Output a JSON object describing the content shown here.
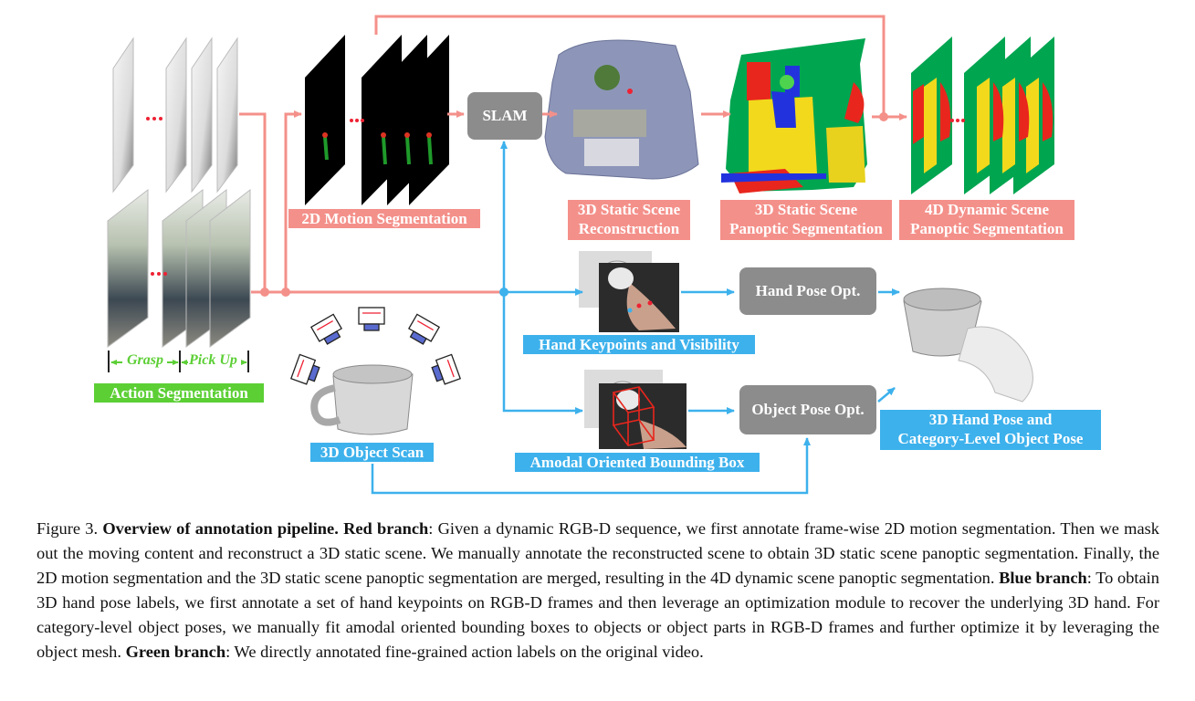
{
  "labels": {
    "motion_seg": "2D Motion Segmentation",
    "slam": "SLAM",
    "static_recon_1": "3D Static Scene",
    "static_recon_2": "Reconstruction",
    "static_pan_1": "3D Static Scene",
    "static_pan_2": "Panoptic Segmentation",
    "dyn_pan_1": "4D Dynamic Scene",
    "dyn_pan_2": "Panoptic Segmentation",
    "hand_kp": "Hand Keypoints and Visibility",
    "hand_pose_opt": "Hand Pose Opt.",
    "object_pose_opt": "Object Pose Opt.",
    "amodal": "Amodal Oriented Bounding Box",
    "object_scan": "3D Object Scan",
    "result_1": "3D Hand Pose and",
    "result_2": "Category-Level Object Pose",
    "grasp": "Grasp",
    "pickup": "Pick Up",
    "action_seg": "Action Segmentation"
  },
  "colors": {
    "red_branch": "#f4908a",
    "blue_branch": "#3db1ec",
    "green_branch": "#5ccf35",
    "module_box": "#8c8c8c"
  },
  "caption": {
    "fig": "Figure 3.",
    "title": "Overview of annotation pipeline.",
    "red_head": "Red branch",
    "red_text": ": Given a dynamic RGB-D sequence, we first annotate frame-wise 2D motion segmentation. Then we mask out the moving content and reconstruct a 3D static scene. We manually annotate the reconstructed scene to obtain 3D static scene panoptic segmentation. Finally, the 2D motion segmentation and the 3D static scene panoptic segmentation are merged, resulting in the 4D dynamic scene panoptic segmentation.",
    "blue_head": "Blue branch",
    "blue_text": ": To obtain 3D hand pose labels, we first annotate a set of hand keypoints on RGB-D frames and then leverage an optimization module to recover the underlying 3D hand. For category-level object poses, we manually fit amodal oriented bounding boxes to objects or object parts in RGB-D frames and further optimize it by leveraging the object mesh.",
    "green_head": "Green branch",
    "green_text": ": We directly annotated fine-grained action labels on the original video."
  }
}
